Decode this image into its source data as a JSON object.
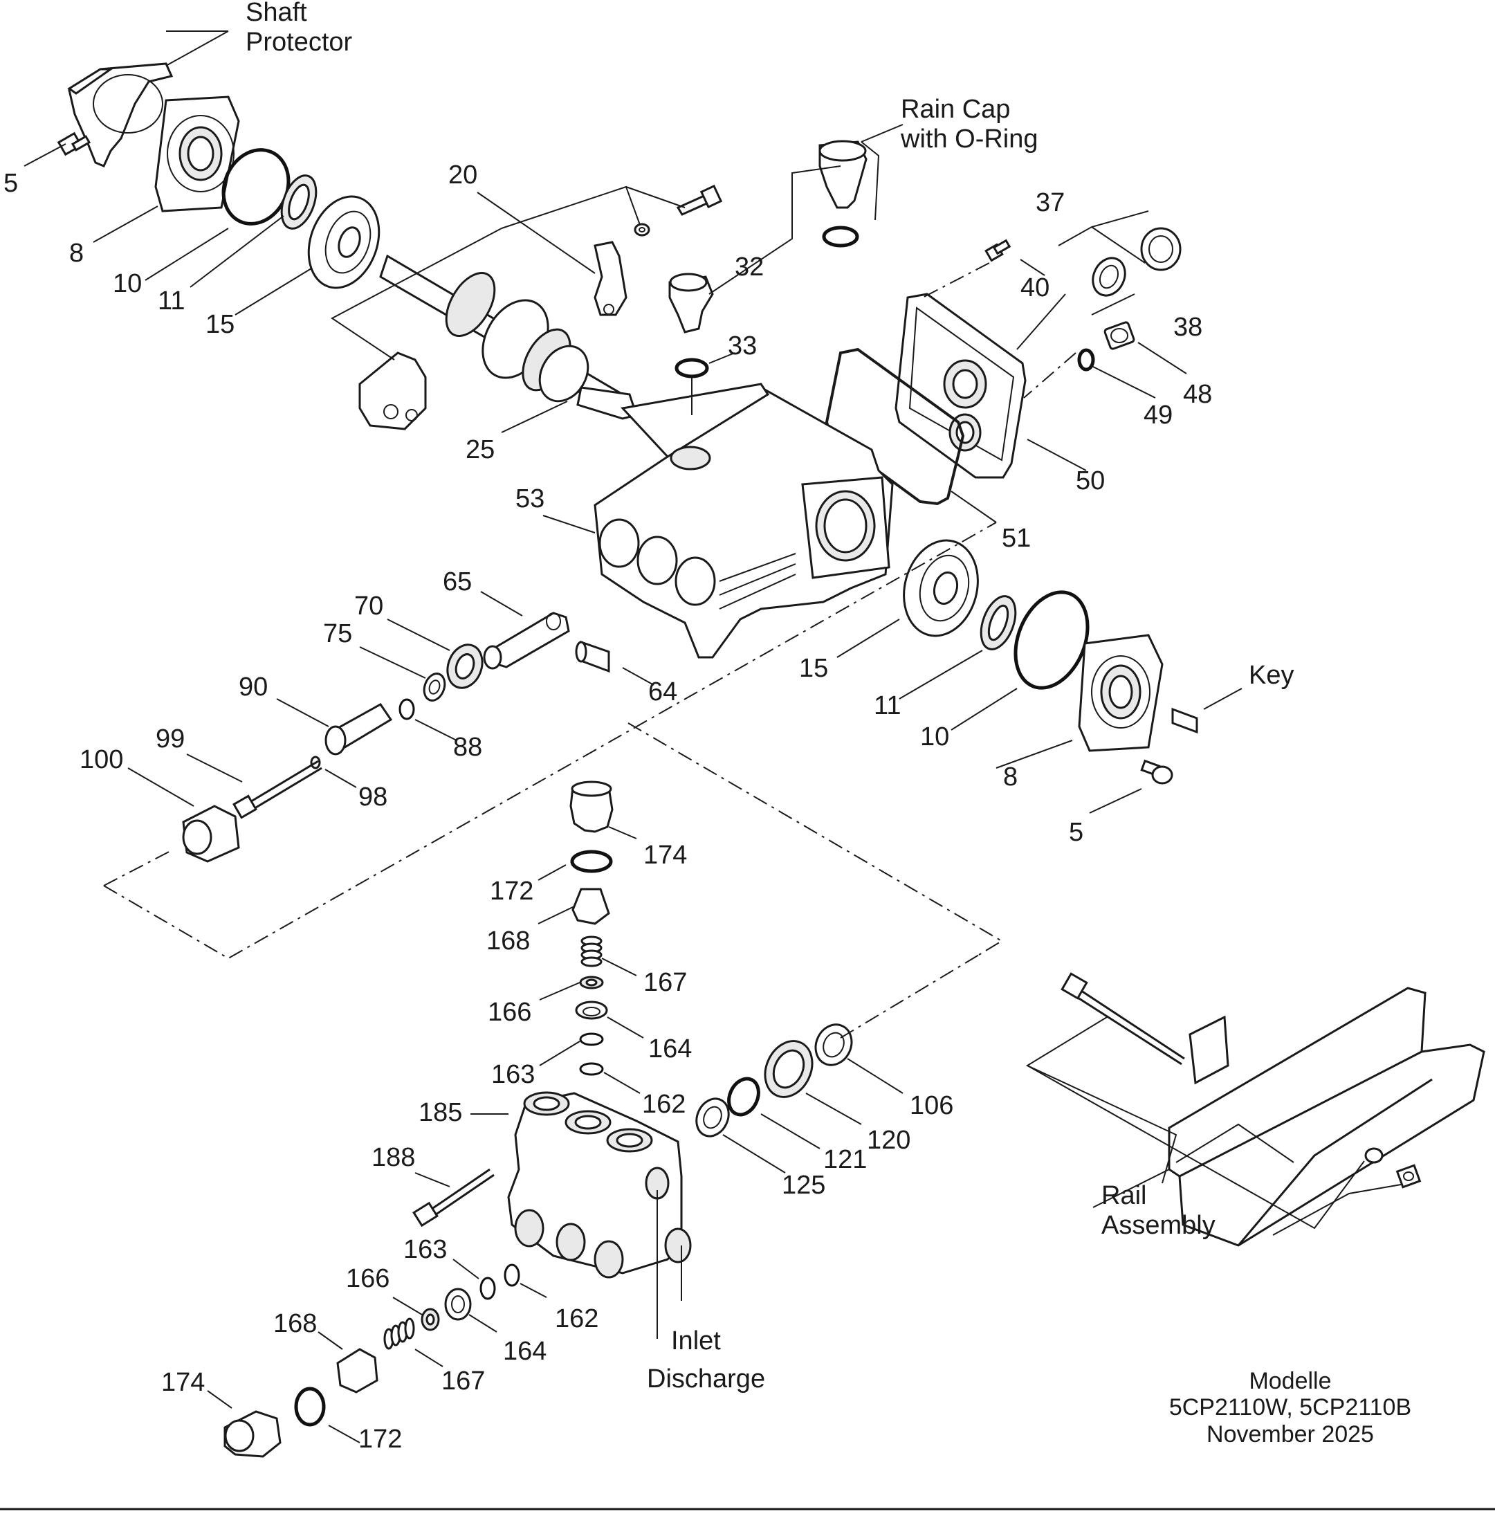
{
  "callouts": {
    "shaft_protector": [
      "Shaft",
      "Protector"
    ],
    "rain_cap": [
      "Rain Cap",
      "with O-Ring"
    ],
    "key": "Key",
    "rail_assembly": [
      "Rail",
      "Assembly"
    ],
    "inlet": "Inlet",
    "discharge": "Discharge",
    "p5_top": "5",
    "p8_top": "8",
    "p10_top": "10",
    "p11_top": "11",
    "p15_top": "15",
    "p20": "20",
    "p25": "25",
    "p32": "32",
    "p33": "33",
    "p37": "37",
    "p38": "38",
    "p40": "40",
    "p48": "48",
    "p49": "49",
    "p50": "50",
    "p51": "51",
    "p53": "53",
    "p64": "64",
    "p65": "65",
    "p70": "70",
    "p75": "75",
    "p88": "88",
    "p90": "90",
    "p98": "98",
    "p99": "99",
    "p100": "100",
    "p15_right": "15",
    "p11_right": "11",
    "p10_right": "10",
    "p8_right": "8",
    "p5_right": "5",
    "p174_top": "174",
    "p172_top": "172",
    "p168_top": "168",
    "p167_top": "167",
    "p166_top": "166",
    "p164_top": "164",
    "p163_top": "163",
    "p162_top": "162",
    "p185": "185",
    "p188": "188",
    "p125": "125",
    "p121": "121",
    "p120": "120",
    "p106": "106",
    "p163_bot": "163",
    "p162_bot": "162",
    "p166_bot": "166",
    "p164_bot": "164",
    "p168_bot": "168",
    "p167_bot": "167",
    "p174_bot": "174",
    "p172_bot": "172"
  },
  "footer": {
    "line1": "Modelle",
    "line2": "5CP2110W, 5CP2110B",
    "line3": "November 2025"
  },
  "colors": {
    "ink": "#1a1a1a",
    "background": "#ffffff",
    "shade": "#e9e9e9"
  }
}
